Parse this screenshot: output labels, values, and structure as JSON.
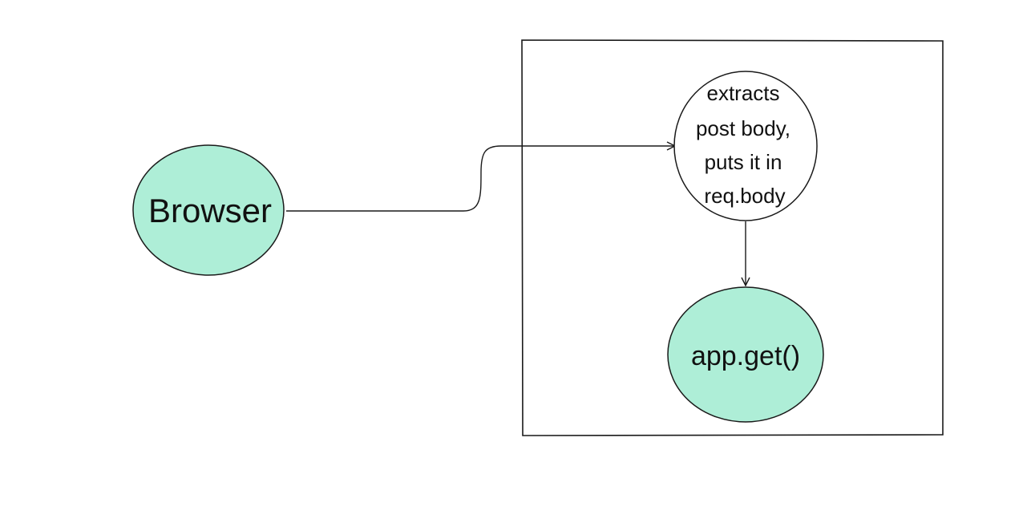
{
  "diagram": {
    "nodes": {
      "browser": {
        "label": "Browser"
      },
      "middleware": {
        "lines": [
          "extracts",
          "post body,",
          "puts it in",
          "req.body"
        ]
      },
      "handler": {
        "label": "app.get()"
      }
    },
    "edges": [
      {
        "from": "browser",
        "to": "middleware"
      },
      {
        "from": "middleware",
        "to": "handler"
      }
    ]
  },
  "colors": {
    "node_fill": "#aeeed7",
    "stroke": "#1a1a1a",
    "background": "#ffffff"
  }
}
